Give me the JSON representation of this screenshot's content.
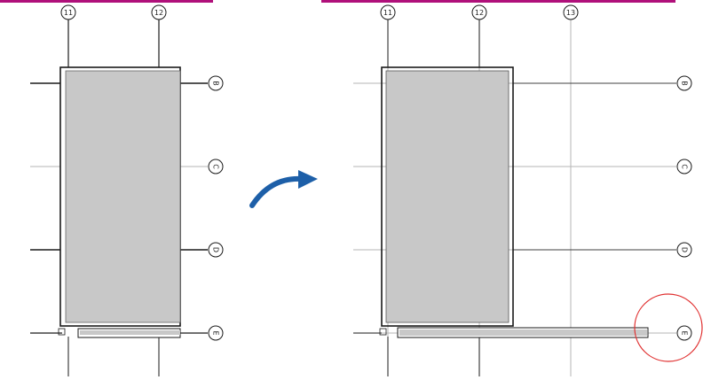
{
  "colors": {
    "accent_bar": "#b0107a",
    "slab_fill": "#c8c8c8",
    "grid_line": "#b5b5b5",
    "ink": "#1a1a1a",
    "highlight_circle": "#e03030",
    "arrow": "#1d5fa8"
  },
  "left_view": {
    "vertical_grids": [
      "11",
      "12"
    ],
    "horizontal_grids": [
      "B",
      "C",
      "D",
      "E"
    ]
  },
  "right_view": {
    "vertical_grids": [
      "11",
      "12",
      "13"
    ],
    "horizontal_grids": [
      "B",
      "C",
      "D",
      "E"
    ]
  },
  "arrow_icon": "curved-arrow-right-icon",
  "highlight": "highlight-circle"
}
